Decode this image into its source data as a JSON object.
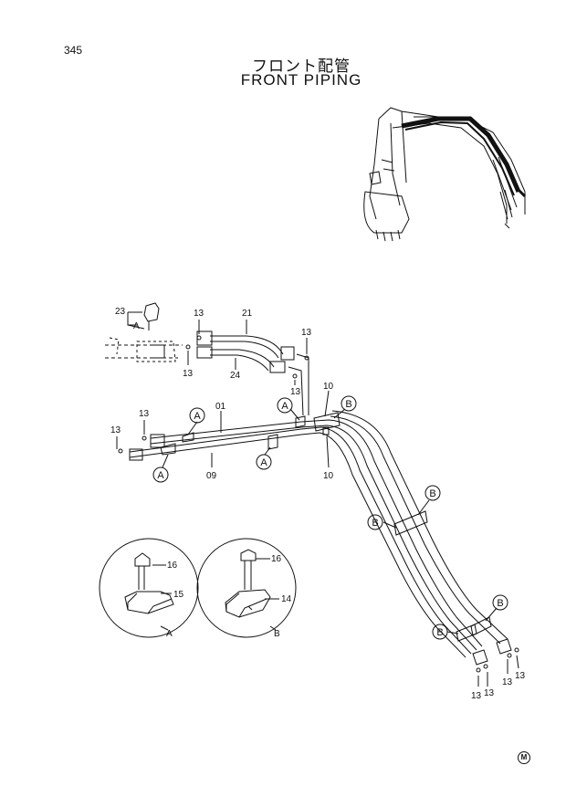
{
  "page_number": "345",
  "title_jp": "フロント配管",
  "title_en": "FRONT PIPING",
  "parts": {
    "p23": "23",
    "pA_small": "A",
    "p13_a": "13",
    "p13_b": "13",
    "p13_c": "13",
    "p13_d": "13",
    "p13_e": "13",
    "p13_f": "13",
    "p13_g": "13",
    "p13_h": "13",
    "p13_i": "13",
    "p13_j": "13",
    "p21": "21",
    "p24": "24",
    "p01": "01",
    "p09": "09",
    "p10_top": "10",
    "p10_bot": "10",
    "p16_a": "16",
    "p15": "15",
    "p16_b": "16",
    "p14": "14"
  },
  "callouts": {
    "A1": "A",
    "A2": "A",
    "A3": "A",
    "A4": "A",
    "B1": "B",
    "B2": "B",
    "B3": "B",
    "B4": "B",
    "B5": "B"
  },
  "details": {
    "left_caption": "A",
    "right_caption": "B"
  },
  "mark": "M"
}
